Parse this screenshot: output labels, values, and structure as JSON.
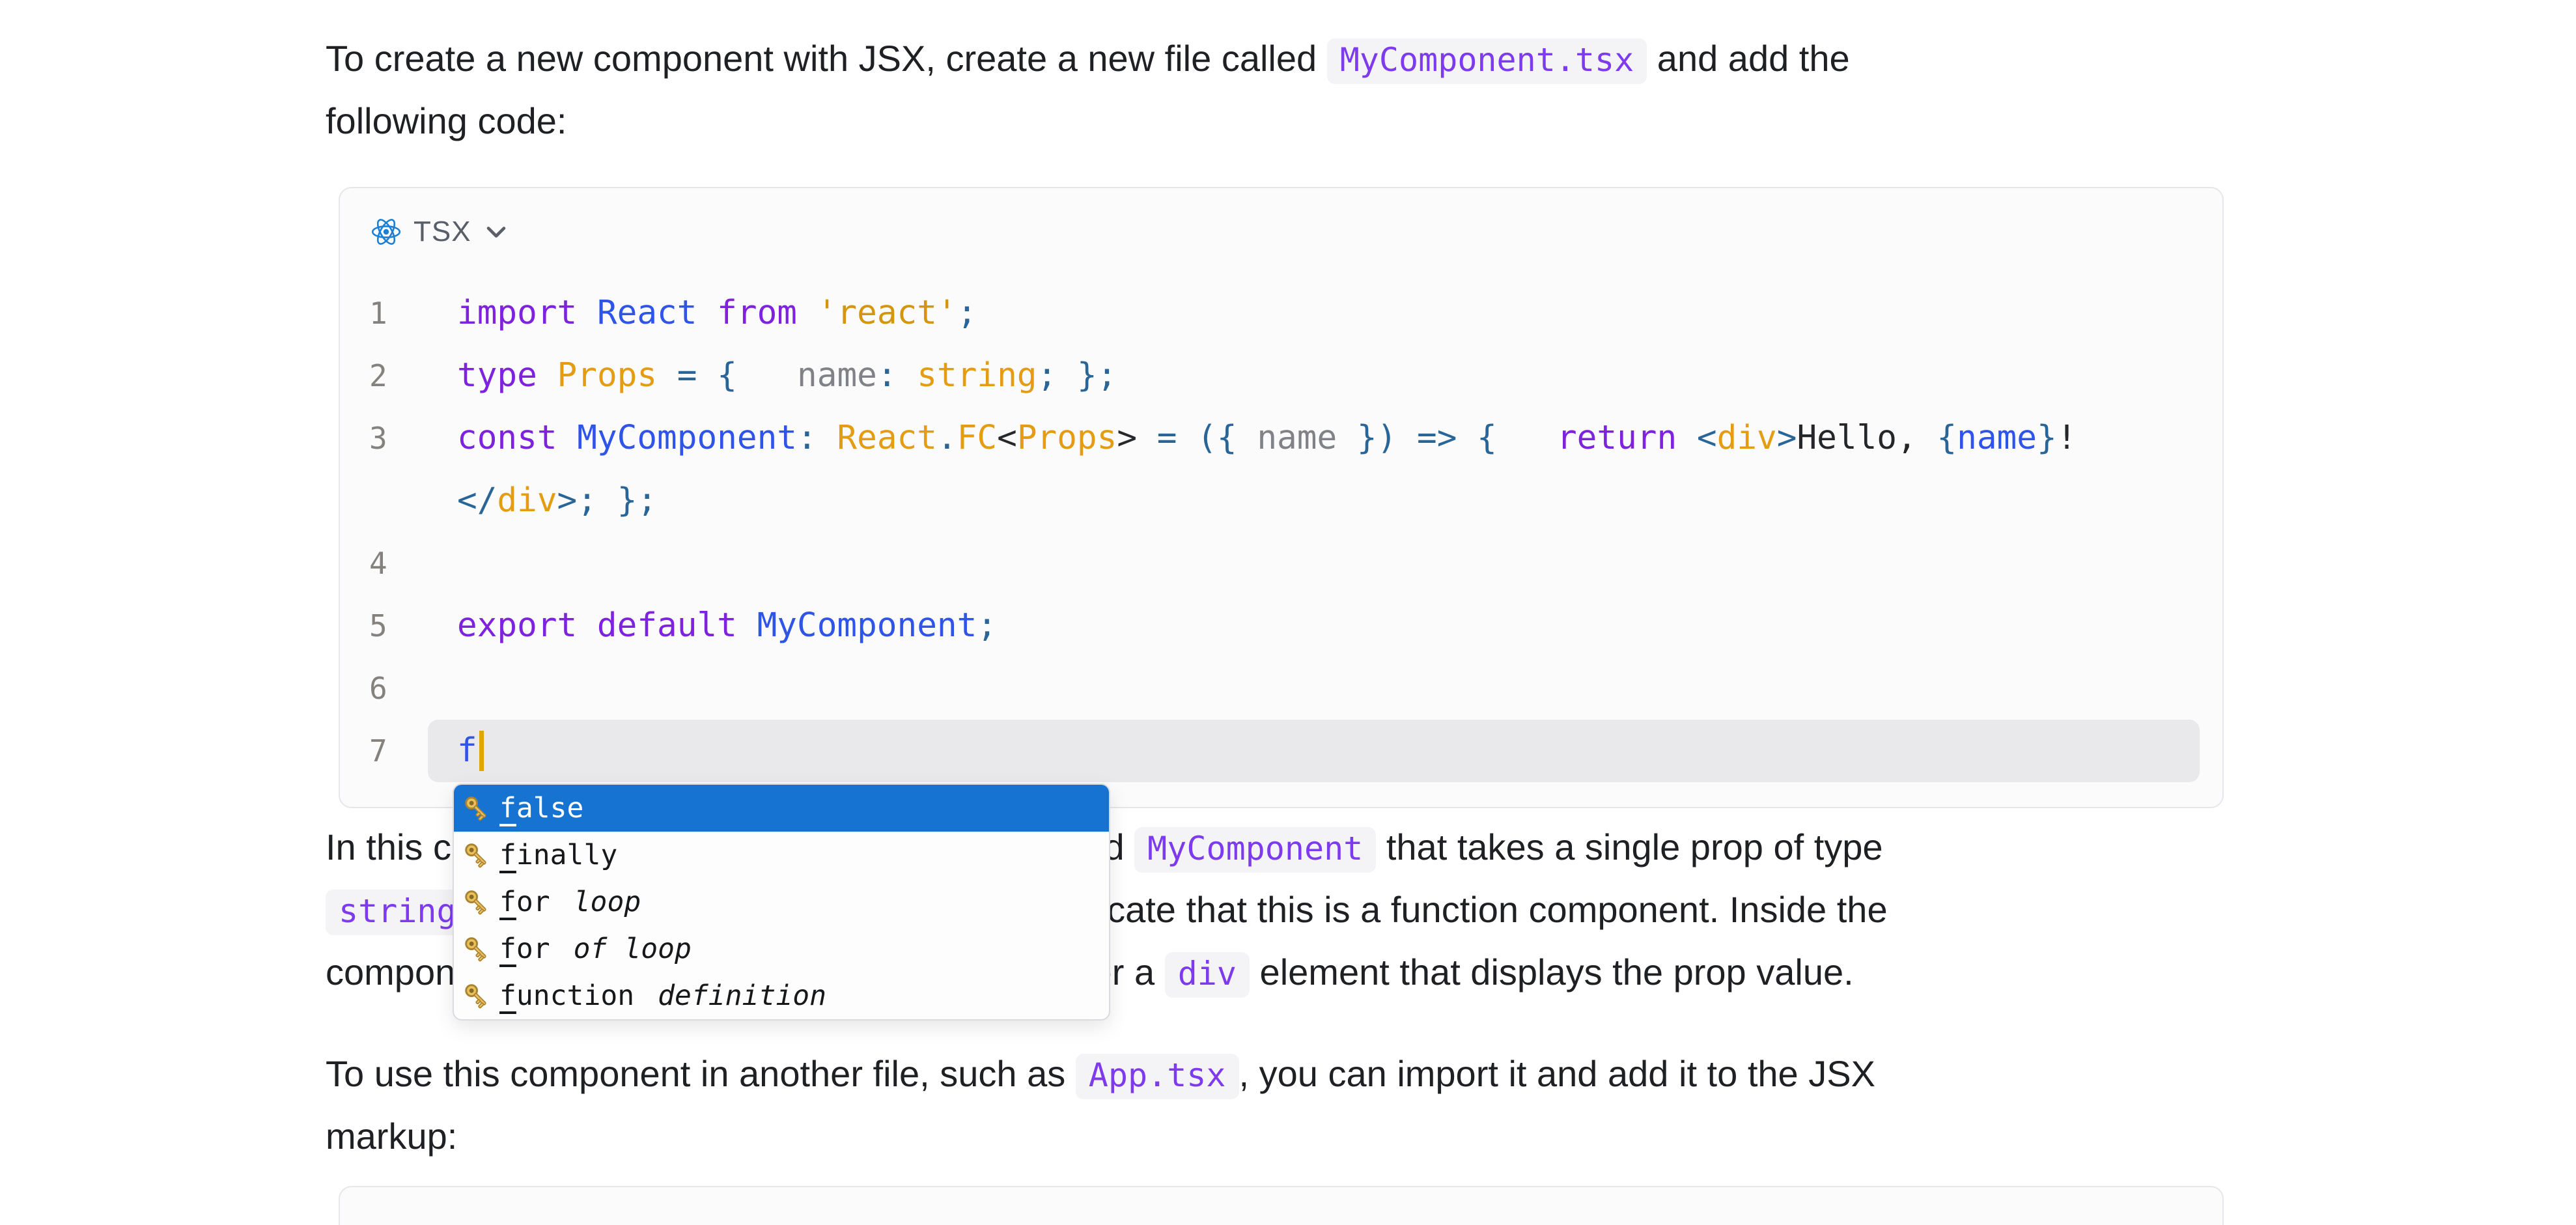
{
  "colors": {
    "kw": "#7e22dd",
    "id": "#2f55e8",
    "typ": "#e49c13",
    "str": "#d4960f",
    "punc": "#2a6598",
    "dark": "#26282c",
    "gray": "#808287",
    "plain": "#24262a",
    "linenum": "#85827e",
    "hl": "#e9e9eb",
    "cursor": "#e2a400",
    "sel": "#1673d1",
    "chip": "#7d3bed",
    "chipbg": "#f4f4f6",
    "codebg": "#fbfbfc",
    "codeborder": "#e6e7ea",
    "headertxt": "#595e68",
    "react": "#1c7fd6"
  },
  "code_header": {
    "language_label": "TSX",
    "language_icon": "react-logo-icon",
    "expander_icon": "chevron-down-icon"
  },
  "paragraphs": {
    "p1": {
      "lines": [
        [
          [
            "t",
            "To create a new component with JSX, create a new file called "
          ],
          [
            "c",
            "MyComponent.tsx"
          ],
          [
            "t",
            " and add the"
          ]
        ],
        [
          [
            "t",
            "following code:"
          ]
        ]
      ]
    },
    "p2": {
      "lines": [
        [
          [
            "t",
            "In this code, we have defined a component called "
          ],
          [
            "c",
            "MyComponent"
          ],
          [
            "t",
            " that takes a single prop of type"
          ]
        ],
        [
          [
            "c",
            "string"
          ],
          [
            "t",
            ". We use the React.FC type here to indicate that this is a function component. Inside the"
          ]
        ],
        [
          [
            "t",
            "component, we use JSX syntax in order to render a "
          ],
          [
            "c",
            "div"
          ],
          [
            "t",
            " element that displays the prop value."
          ]
        ]
      ]
    },
    "p3": {
      "lines": [
        [
          [
            "t",
            "To use this component in another file, such as "
          ],
          [
            "c",
            "App.tsx"
          ],
          [
            "t",
            ", you can import it and add it to the JSX"
          ]
        ],
        [
          [
            "t",
            "markup:"
          ]
        ]
      ]
    }
  },
  "code_block": {
    "lines": [
      {
        "number": "1",
        "rows": [
          [
            [
              "kw",
              "import "
            ],
            [
              "id",
              "React "
            ],
            [
              "kw",
              "from "
            ],
            [
              "str",
              "'react'"
            ],
            [
              "punc",
              ";"
            ]
          ]
        ]
      },
      {
        "number": "2",
        "rows": [
          [
            [
              "kw",
              "type "
            ],
            [
              "typ",
              "Props "
            ],
            [
              "punc",
              "= "
            ],
            [
              "punc",
              "{"
            ],
            [
              "plain",
              "   "
            ],
            [
              "gray",
              "name"
            ],
            [
              "punc",
              ": "
            ],
            [
              "typ",
              "string"
            ],
            [
              "punc",
              "; "
            ],
            [
              "punc",
              "};"
            ]
          ]
        ]
      },
      {
        "number": "3",
        "rows": [
          [
            [
              "kw",
              "const "
            ],
            [
              "id",
              "MyComponent"
            ],
            [
              "punc",
              ": "
            ],
            [
              "typ",
              "React"
            ],
            [
              "punc",
              "."
            ],
            [
              "typ",
              "FC"
            ],
            [
              "dark",
              "<"
            ],
            [
              "typ",
              "Props"
            ],
            [
              "dark",
              ">"
            ],
            [
              "plain",
              " "
            ],
            [
              "punc",
              "= "
            ],
            [
              "punc",
              "({ "
            ],
            [
              "gray",
              "name"
            ],
            [
              "punc",
              " }) "
            ],
            [
              "punc",
              "=> "
            ],
            [
              "punc",
              "{"
            ],
            [
              "plain",
              "   "
            ],
            [
              "kw",
              "return "
            ],
            [
              "punc",
              "<"
            ],
            [
              "typ",
              "div"
            ],
            [
              "punc",
              ">"
            ],
            [
              "plain",
              "Hello, "
            ],
            [
              "punc",
              "{"
            ],
            [
              "id",
              "name"
            ],
            [
              "punc",
              "}"
            ],
            [
              "plain",
              "!"
            ]
          ],
          [
            [
              "punc",
              "</"
            ],
            [
              "typ",
              "div"
            ],
            [
              "punc",
              ">"
            ],
            [
              "punc",
              "; "
            ],
            [
              "punc",
              "};"
            ]
          ]
        ]
      },
      {
        "number": "4",
        "rows": [
          []
        ]
      },
      {
        "number": "5",
        "rows": [
          [
            [
              "kw",
              "export default "
            ],
            [
              "id",
              "MyComponent"
            ],
            [
              "punc",
              ";"
            ]
          ]
        ]
      },
      {
        "number": "6",
        "rows": [
          []
        ]
      },
      {
        "number": "7",
        "highlighted": true,
        "cursor": true,
        "rows": [
          [
            [
              "id",
              "f"
            ]
          ]
        ]
      }
    ]
  },
  "autocomplete": {
    "match_len": 1,
    "items": [
      {
        "label": "false",
        "detail": "",
        "selected": true
      },
      {
        "label": "finally",
        "detail": "",
        "selected": false
      },
      {
        "label": "for",
        "detail": "loop",
        "selected": false
      },
      {
        "label": "for",
        "detail": "of loop",
        "selected": false
      },
      {
        "label": "function",
        "detail": "definition",
        "selected": false
      }
    ]
  }
}
